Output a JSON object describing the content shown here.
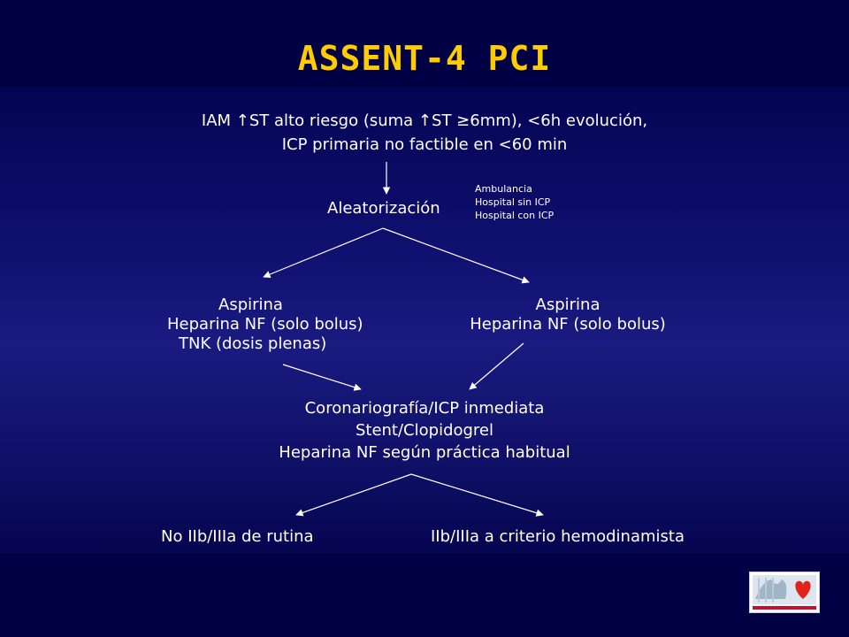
{
  "title": "ASSENT-4 PCI",
  "inclusion": {
    "line1": "IAM ↑ST alto riesgo (suma ↑ST ≥6mm), <6h evolución,",
    "line2": "ICP primaria no factible en <60 min"
  },
  "randomization": {
    "label": "Aleatorización",
    "settings": [
      "Ambulancia",
      "Hospital sin ICP",
      "Hospital con ICP"
    ]
  },
  "arm_left": [
    "Aspirina",
    "Heparina NF (solo bolus)",
    "TNK (dosis plenas)"
  ],
  "arm_right": [
    "Aspirina",
    "Heparina NF (solo bolus)"
  ],
  "procedure": [
    "Coronariografía/ICP inmediata",
    "Stent/Clopidogrel",
    "Heparina NF según práctica habitual"
  ],
  "outcome_left": "No IIb/IIIa de rutina",
  "outcome_right": "IIb/IIIa a criterio hemodinamista",
  "colors": {
    "title": "#ffcc00",
    "text": "#ffffff",
    "background": "#000044"
  }
}
